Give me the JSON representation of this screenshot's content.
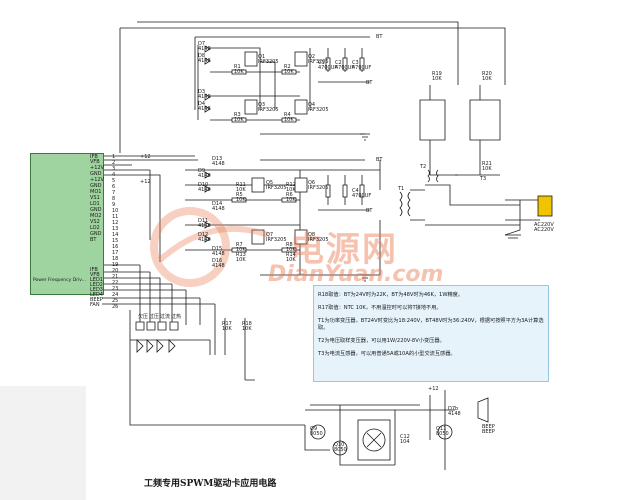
{
  "title": "工频专用SPWM驱动卡应用电路",
  "watermark": {
    "cn": "电源网",
    "en": "DianYuan.com"
  },
  "module": {
    "label": "Power Frequency Driv..."
  },
  "pins": [
    "1",
    "2",
    "3",
    "4",
    "5",
    "6",
    "7",
    "8",
    "9",
    "10",
    "11",
    "12",
    "13",
    "14",
    "15",
    "16",
    "17",
    "18",
    "19",
    "20",
    "21",
    "22",
    "23",
    "24",
    "25",
    "26"
  ],
  "pin_names": [
    "IFB",
    "VFB",
    "+12V",
    "GND",
    "+12V",
    "GND",
    "MO1",
    "VS1",
    "LO1",
    "GND",
    "MO2",
    "VS2",
    "LO2",
    "GND",
    "BT",
    "IFB",
    "VFB",
    "LED1",
    "LED2",
    "LED3",
    "LED4",
    "BEEP",
    "FAN"
  ],
  "rails": {
    "plus12_a": "+12",
    "plus12_b": "+12",
    "bt_top": "BT",
    "bt_mid": "BT",
    "bt_lower": "BT",
    "bt_tx": "BT",
    "gnd": "+12"
  },
  "components": [
    {
      "ref": "D7",
      "val": "4148"
    },
    {
      "ref": "D8",
      "val": "4148"
    },
    {
      "ref": "D3",
      "val": "4148"
    },
    {
      "ref": "D4",
      "val": "4148"
    },
    {
      "ref": "D9",
      "val": "4148"
    },
    {
      "ref": "D10",
      "val": "4148"
    },
    {
      "ref": "D11",
      "val": "4148"
    },
    {
      "ref": "D12",
      "val": "4148"
    },
    {
      "ref": "D13",
      "val": "4148"
    },
    {
      "ref": "D14",
      "val": "4148"
    },
    {
      "ref": "D15",
      "val": "4148"
    },
    {
      "ref": "D16",
      "val": "4148"
    },
    {
      "ref": "R1",
      "val": "10K"
    },
    {
      "ref": "R2",
      "val": "10K"
    },
    {
      "ref": "R3",
      "val": "10K"
    },
    {
      "ref": "R4",
      "val": "10K"
    },
    {
      "ref": "R5",
      "val": "10K"
    },
    {
      "ref": "R6",
      "val": "10K"
    },
    {
      "ref": "R7",
      "val": "10K"
    },
    {
      "ref": "R8",
      "val": "10K"
    },
    {
      "ref": "R11",
      "val": "10K"
    },
    {
      "ref": "R12",
      "val": "10K"
    },
    {
      "ref": "R13",
      "val": "10K"
    },
    {
      "ref": "R14",
      "val": "10K"
    },
    {
      "ref": "Q1",
      "val": "IRF3205"
    },
    {
      "ref": "Q2",
      "val": "IRF3205"
    },
    {
      "ref": "Q3",
      "val": "IRF3205"
    },
    {
      "ref": "Q4",
      "val": "IRF3205"
    },
    {
      "ref": "Q5",
      "val": "IRF3205"
    },
    {
      "ref": "Q6",
      "val": "IRF3205"
    },
    {
      "ref": "Q7",
      "val": "IRF3205"
    },
    {
      "ref": "Q8",
      "val": "IRF3205"
    },
    {
      "ref": "C1",
      "val": "4700UF"
    },
    {
      "ref": "C2",
      "val": "4700UF"
    },
    {
      "ref": "C3",
      "val": "4700UF"
    },
    {
      "ref": "C4",
      "val": "4700UF"
    },
    {
      "ref": "R19",
      "val": "10K"
    },
    {
      "ref": "R20",
      "val": "10K"
    },
    {
      "ref": "R21",
      "val": "10K"
    },
    {
      "ref": "R17",
      "val": "10K"
    },
    {
      "ref": "R18",
      "val": "10K"
    },
    {
      "ref": "T1",
      "val": ""
    },
    {
      "ref": "T2",
      "val": ""
    },
    {
      "ref": "T3",
      "val": ""
    },
    {
      "ref": "Q9",
      "val": "8050"
    },
    {
      "ref": "Q10",
      "val": "8050"
    },
    {
      "ref": "Q11",
      "val": "8050"
    },
    {
      "ref": "C12",
      "val": "104"
    },
    {
      "ref": "D7b",
      "val": "4148"
    },
    {
      "ref": "BEEP",
      "val": "BEEP"
    },
    {
      "ref": "AC220V",
      "val": "AC220V"
    }
  ],
  "led_labels": [
    "欠压",
    "过压",
    "过流",
    "过热"
  ],
  "notes": [
    "R18取值：BT为24V时为22K，BT为48V时为46K，1W精度。",
    "R17取值：NTC 10K，不用温控时可以将T接地不用。",
    "T1为功率变压器，BT24V时变比为18:240V，BT48V时为36:240V，根据可按照平方为3A计算选取。",
    "T2为电压取样变压器，可以用1W/220V-8V小变压器。",
    "T3为电流互感器，可以用普通5A或10A的小型交流互感器。"
  ]
}
